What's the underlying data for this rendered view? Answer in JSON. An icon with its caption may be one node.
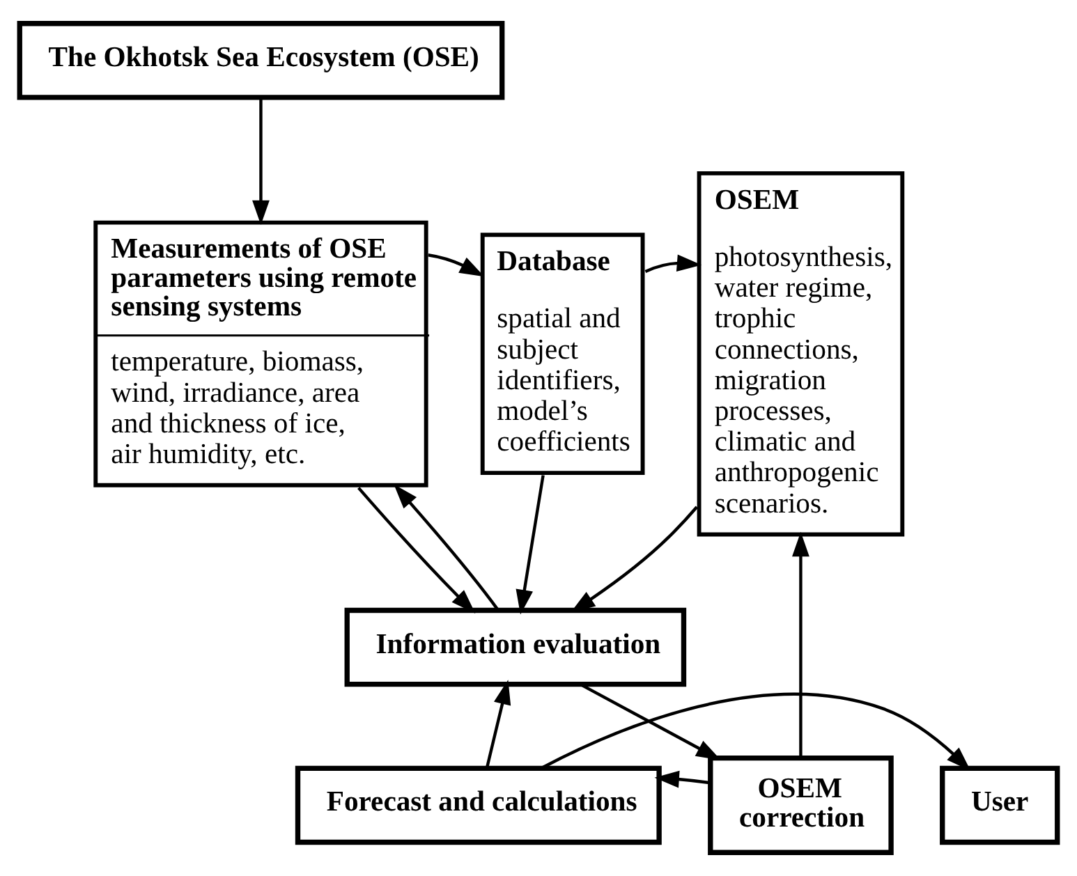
{
  "diagram": {
    "nodes": [
      {
        "text": [
          "The Okhotsk Sea Ecosystem (OSE)"
        ]
      },
      {
        "text": [
          "Measurements of OSE parameters using remote sensing systems",
          "temperature, biomass, wind, irradiance, area and thickness of ice, air humidity, etc."
        ]
      },
      {
        "text": [
          "Database",
          "spatial and subject identifiers, model’s coefficients"
        ]
      },
      {
        "text": [
          "OSEM",
          "photosynthesis, water regime, trophic connections, migration processes, climatic and anthropogenic scenarios."
        ]
      },
      {
        "text": [
          "Information evaluation"
        ]
      },
      {
        "text": [
          "User"
        ]
      },
      {
        "text": [
          "Forecast and calculations"
        ]
      },
      {
        "text": [
          "OSEM correction"
        ]
      }
    ],
    "edges": [
      {
        "from": 0,
        "to": 1,
        "arrow": "to"
      },
      {
        "from": 1,
        "to": 2,
        "arrow": "to"
      },
      {
        "from": 2,
        "to": 3,
        "arrow": "to"
      },
      {
        "from": 1,
        "to": 4,
        "arrow": "to"
      },
      {
        "from": 4,
        "to": 1,
        "arrow": "to"
      },
      {
        "from": 2,
        "to": 4,
        "arrow": "to"
      },
      {
        "from": 3,
        "to": 4,
        "arrow": "to"
      },
      {
        "from": 4,
        "to": 7,
        "arrow": "to"
      },
      {
        "from": 7,
        "to": 3,
        "arrow": "to"
      },
      {
        "from": 7,
        "to": 6,
        "arrow": "to"
      },
      {
        "from": 6,
        "to": 4,
        "arrow": "to"
      },
      {
        "from": 6,
        "to": 5,
        "arrow": "to"
      }
    ]
  }
}
